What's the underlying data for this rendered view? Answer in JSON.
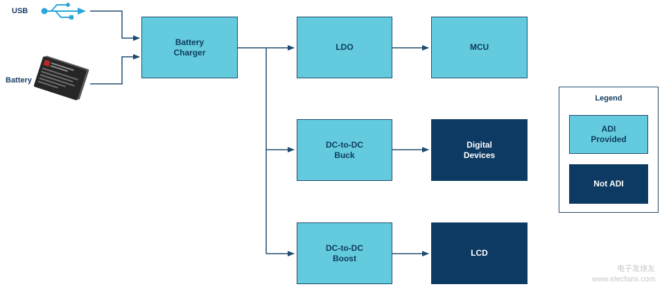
{
  "inputs": {
    "usb_label": "USB",
    "battery_label": "Battery"
  },
  "blocks": {
    "battery_charger": "Battery\nCharger",
    "ldo": "LDO",
    "mcu": "MCU",
    "buck": "DC-to-DC\nBuck",
    "digital_devices": "Digital\nDevices",
    "boost": "DC-to-DC\nBoost",
    "lcd": "LCD"
  },
  "legend": {
    "title": "Legend",
    "adi_provided": "ADI\nProvided",
    "not_adi": "Not ADI"
  },
  "colors": {
    "adi_provided": "#63cbdd",
    "not_adi": "#0d3a62",
    "line": "#1e4a6e",
    "usb_icon": "#2aa6d9"
  },
  "icons": [
    "usb-icon",
    "battery-icon"
  ],
  "watermark": "电子发烧友\nwww.elecfans.com"
}
